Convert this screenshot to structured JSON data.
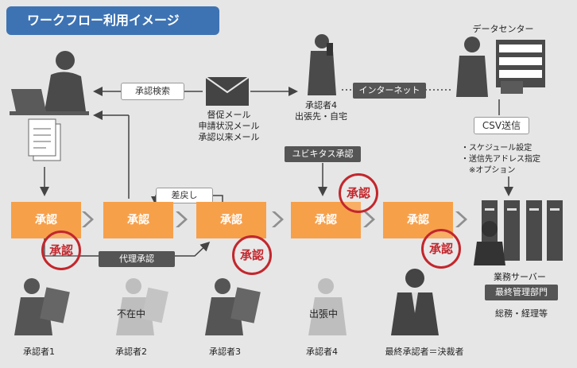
{
  "title": "ワークフロー利用イメージ",
  "labels": {
    "search": "承認検索",
    "mail_1": "督促メール",
    "mail_2": "申請状況メール",
    "mail_3": "承認以来メール",
    "approver4_top_1": "承認者4",
    "approver4_top_2": "出張先・自宅",
    "internet": "インターネット",
    "datacenter": "データセンター",
    "csv": "CSV送信",
    "note_1": "・スケジュール設定",
    "note_2": "・送信先アドレス指定",
    "note_3": "※オプション",
    "ubiquitous": "ユビキタス承認",
    "sendback": "差戻し",
    "proxy": "代理承認",
    "server": "業務サーバー",
    "admin_dept": "最終管理部門",
    "admin_sub": "総務・経理等"
  },
  "steps": [
    "承認",
    "承認",
    "承認",
    "承認",
    "承認"
  ],
  "stamp_text": "承認",
  "statuses": {
    "absent": "不在中",
    "trip": "出張中"
  },
  "approvers": [
    "承認者1",
    "承認者2",
    "承認者3",
    "承認者4",
    "最終承認者＝決裁者"
  ],
  "colors": {
    "title_bg": "#3e73b3",
    "step_bg": "#f7a04a",
    "stamp": "#c2272d",
    "dark_label": "#555555"
  }
}
